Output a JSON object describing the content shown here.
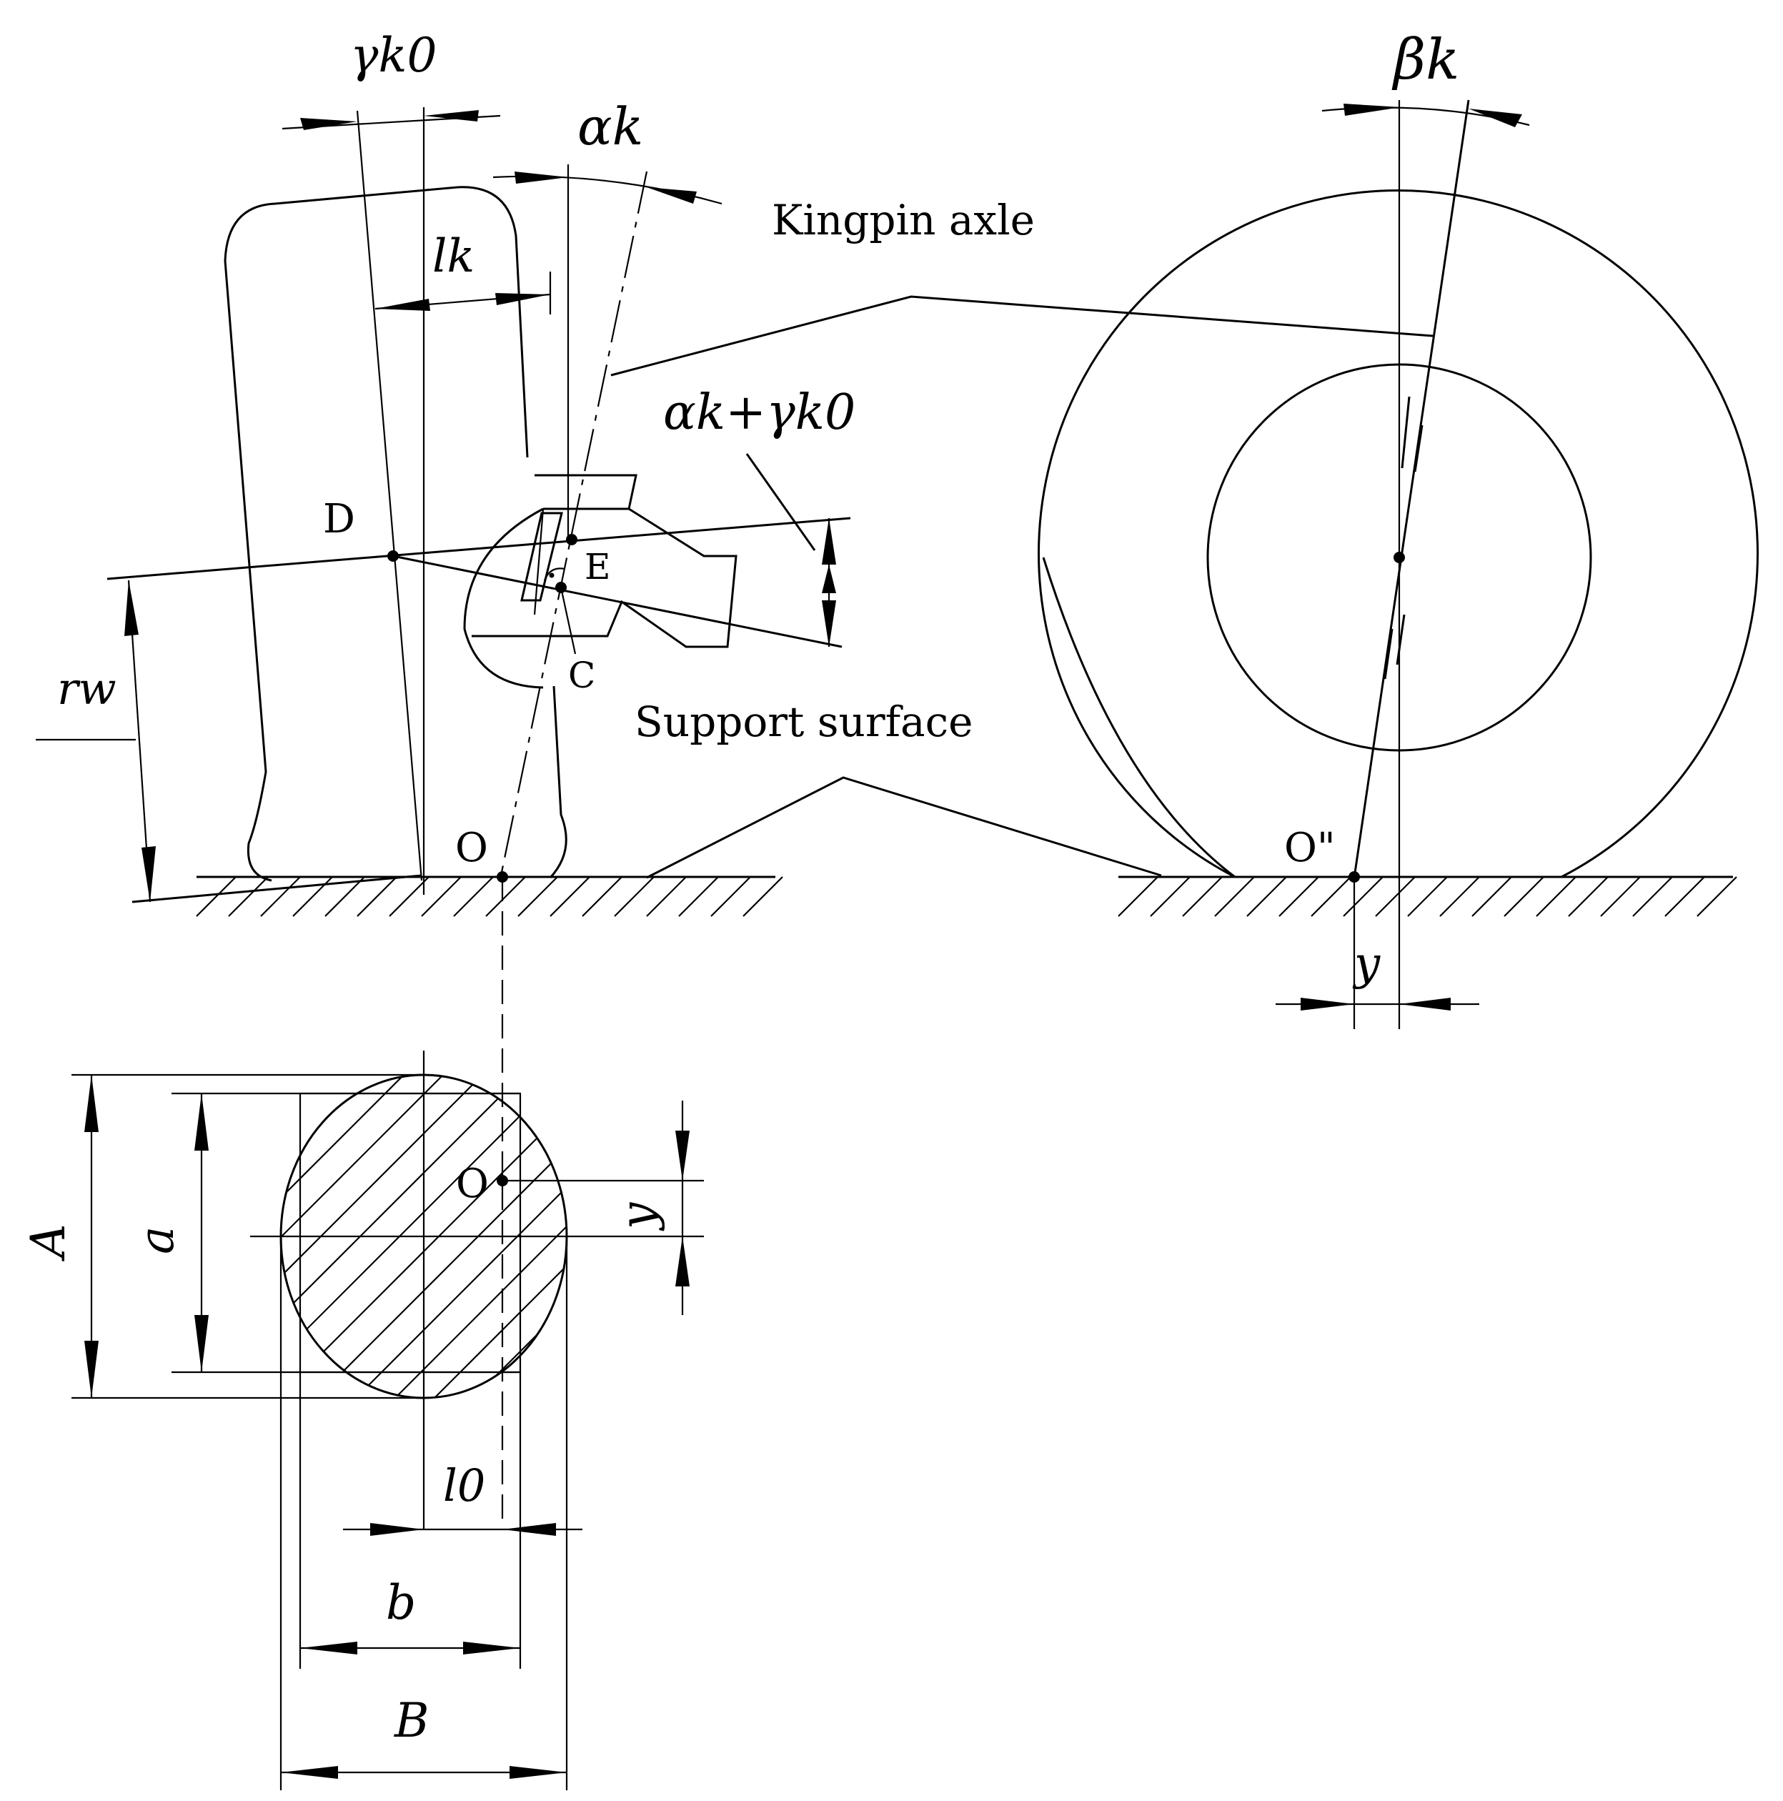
{
  "labels": {
    "kingpin_axle": "Kingpin axle",
    "support_surface": "Support surface",
    "point_D": "D",
    "point_E": "E",
    "point_C": "C",
    "point_O_side": "O",
    "point_O_double": "O\"",
    "point_O_plan": "O"
  },
  "symbols": {
    "gamma_k0": "γk0",
    "alpha_k": "αk",
    "beta_k": "βk",
    "l_k": "lk",
    "alpha_gamma": "αk+γk0",
    "r_w": "rw",
    "y_side": "y",
    "y_plan": "y",
    "A": "A",
    "a": "a",
    "l_0": "l0",
    "b": "b",
    "B": "B"
  }
}
